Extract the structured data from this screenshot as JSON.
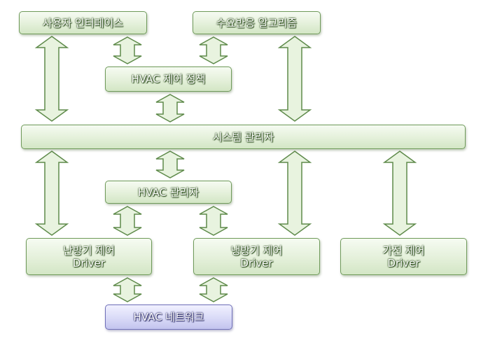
{
  "boxes": {
    "user_interface": "사용자 인터페이스",
    "demand_response": "수요반응 알고리즘",
    "hvac_control_policy": "HVAC 제어 정책",
    "system_manager": "시스템 관리자",
    "hvac_manager": "HVAC 관리자",
    "heating_control": {
      "line1": "난방기 제어",
      "line2": "Driver"
    },
    "cooling_control": {
      "line1": "냉방기 제어",
      "line2": "Driver"
    },
    "appliance_control": {
      "line1": "가전 제어",
      "line2": "Driver"
    },
    "hvac_network": "HVAC 네트워크"
  },
  "colors": {
    "green_border": "#6f9a5a",
    "arrow_fill": "#e8f3df",
    "arrow_stroke": "#5e8a4a",
    "blue_border": "#6f6fb8"
  }
}
